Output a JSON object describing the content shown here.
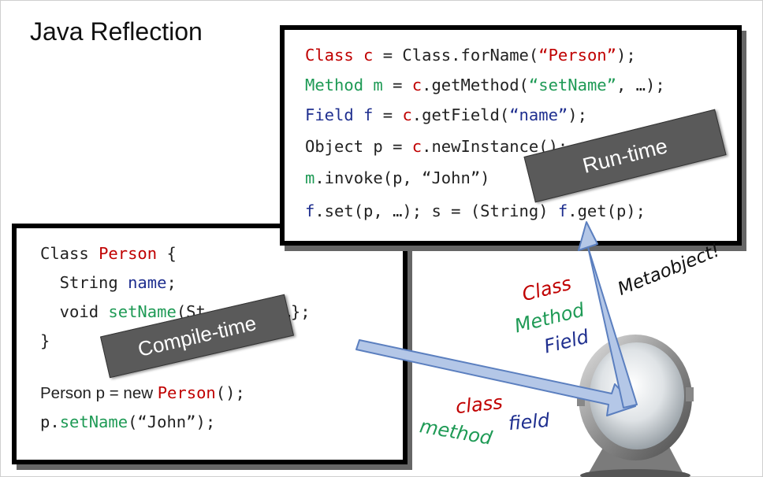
{
  "title": "Java Reflection",
  "compile_code": {
    "l1": {
      "a": "Class ",
      "b": "Person",
      " c": "",
      "c": " {"
    },
    "l2": {
      "a": "  String ",
      "b": "name",
      "c": ";"
    },
    "l3": {
      "a": "  void ",
      "b": "setName",
      "c": "(St",
      "d": "nm) {…};"
    },
    "l4": "}",
    "l5": {
      "a": "Person p = new ",
      "b": "Person",
      "c": "();"
    },
    "l6": {
      "a": "p.",
      "b": "setName",
      "c": "(“John”);"
    }
  },
  "runtime_code": {
    "l1": {
      "a": "Class c",
      "b": " = Class.forName(",
      "c": "“Person”",
      "d": ");"
    },
    "l2": {
      "a": "Method m",
      "b": " = ",
      "c": "c",
      "d": ".getMethod(",
      "e": "“setName”",
      "f": ", …);"
    },
    "l3": {
      "a": "Field f",
      "b": " = ",
      "c": "c",
      "d": ".getField(",
      "e": "“name”",
      "f": ");"
    },
    "l4": {
      "a": "Object p = ",
      "b": "c",
      "c": ".newInstance(",
      "d": ");"
    },
    "l5": {
      "a": "m",
      "b": ".invoke(p, “John”)"
    },
    "l6": {
      "a": "f",
      "b": ".set(p, …); s = (String) ",
      "c": "f",
      "d": ".get(p);"
    }
  },
  "labels": {
    "runtime": "Run-time",
    "compile": "Compile-time",
    "metaobject": "Metaobject!",
    "upper_class": "Class",
    "upper_method": "Method",
    "upper_field": "Field",
    "lower_class": "class",
    "lower_method": "method",
    "lower_field": "field"
  },
  "colors": {
    "red": "#c00000",
    "green": "#1e9a55",
    "blue": "#1f2f8f",
    "arrow_fill": "#b4c7e7",
    "arrow_stroke": "#5b7fbf",
    "banner": "#5a5a5a"
  }
}
